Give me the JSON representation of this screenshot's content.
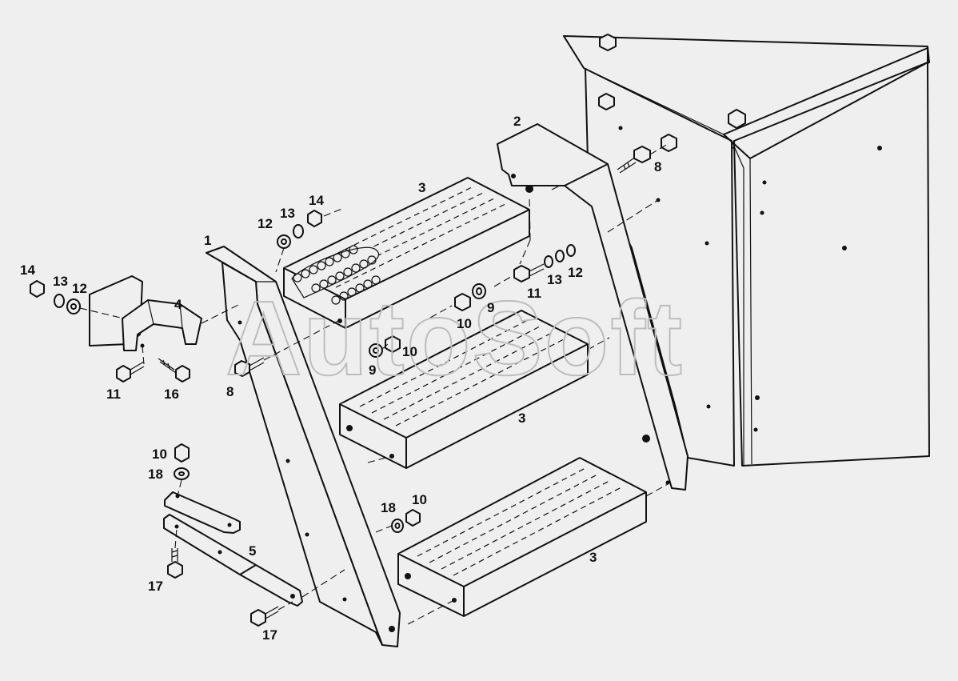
{
  "watermark": "AutoSoft",
  "callouts": [
    {
      "name": "callout-1-frame-left",
      "text": "1"
    },
    {
      "name": "callout-2-frame-right",
      "text": "2"
    },
    {
      "name": "callout-3-step-top",
      "text": "3"
    },
    {
      "name": "callout-3-step-middle",
      "text": "3"
    },
    {
      "name": "callout-3-step-bottom",
      "text": "3"
    },
    {
      "name": "callout-4-bracket",
      "text": "4"
    },
    {
      "name": "callout-5-strap",
      "text": "5"
    },
    {
      "name": "callout-8-bolt-right",
      "text": "8"
    },
    {
      "name": "callout-8-bolt-left",
      "text": "8"
    },
    {
      "name": "callout-9-washer-right",
      "text": "9"
    },
    {
      "name": "callout-9-washer-left",
      "text": "9"
    },
    {
      "name": "callout-10-nut-center",
      "text": "10"
    },
    {
      "name": "callout-10-nut-left",
      "text": "10"
    },
    {
      "name": "callout-10-nut-strap",
      "text": "10"
    },
    {
      "name": "callout-10-nut-bottom",
      "text": "10"
    },
    {
      "name": "callout-11-bolt-right",
      "text": "11"
    },
    {
      "name": "callout-11-bolt-bracket",
      "text": "11"
    },
    {
      "name": "callout-12-washer-top",
      "text": "12"
    },
    {
      "name": "callout-12-washer-right",
      "text": "12"
    },
    {
      "name": "callout-12-washer-left",
      "text": "12"
    },
    {
      "name": "callout-13-washer-top",
      "text": "13"
    },
    {
      "name": "callout-13-washer-right",
      "text": "13"
    },
    {
      "name": "callout-13-washer-left",
      "text": "13"
    },
    {
      "name": "callout-14-nut-top",
      "text": "14"
    },
    {
      "name": "callout-14-nut-left",
      "text": "14"
    },
    {
      "name": "callout-16-bolt-bracket",
      "text": "16"
    },
    {
      "name": "callout-17-bolt-strap",
      "text": "17"
    },
    {
      "name": "callout-17-bolt-bottom",
      "text": "17"
    },
    {
      "name": "callout-18-washer-strap",
      "text": "18"
    },
    {
      "name": "callout-18-washer-bottom",
      "text": "18"
    }
  ]
}
